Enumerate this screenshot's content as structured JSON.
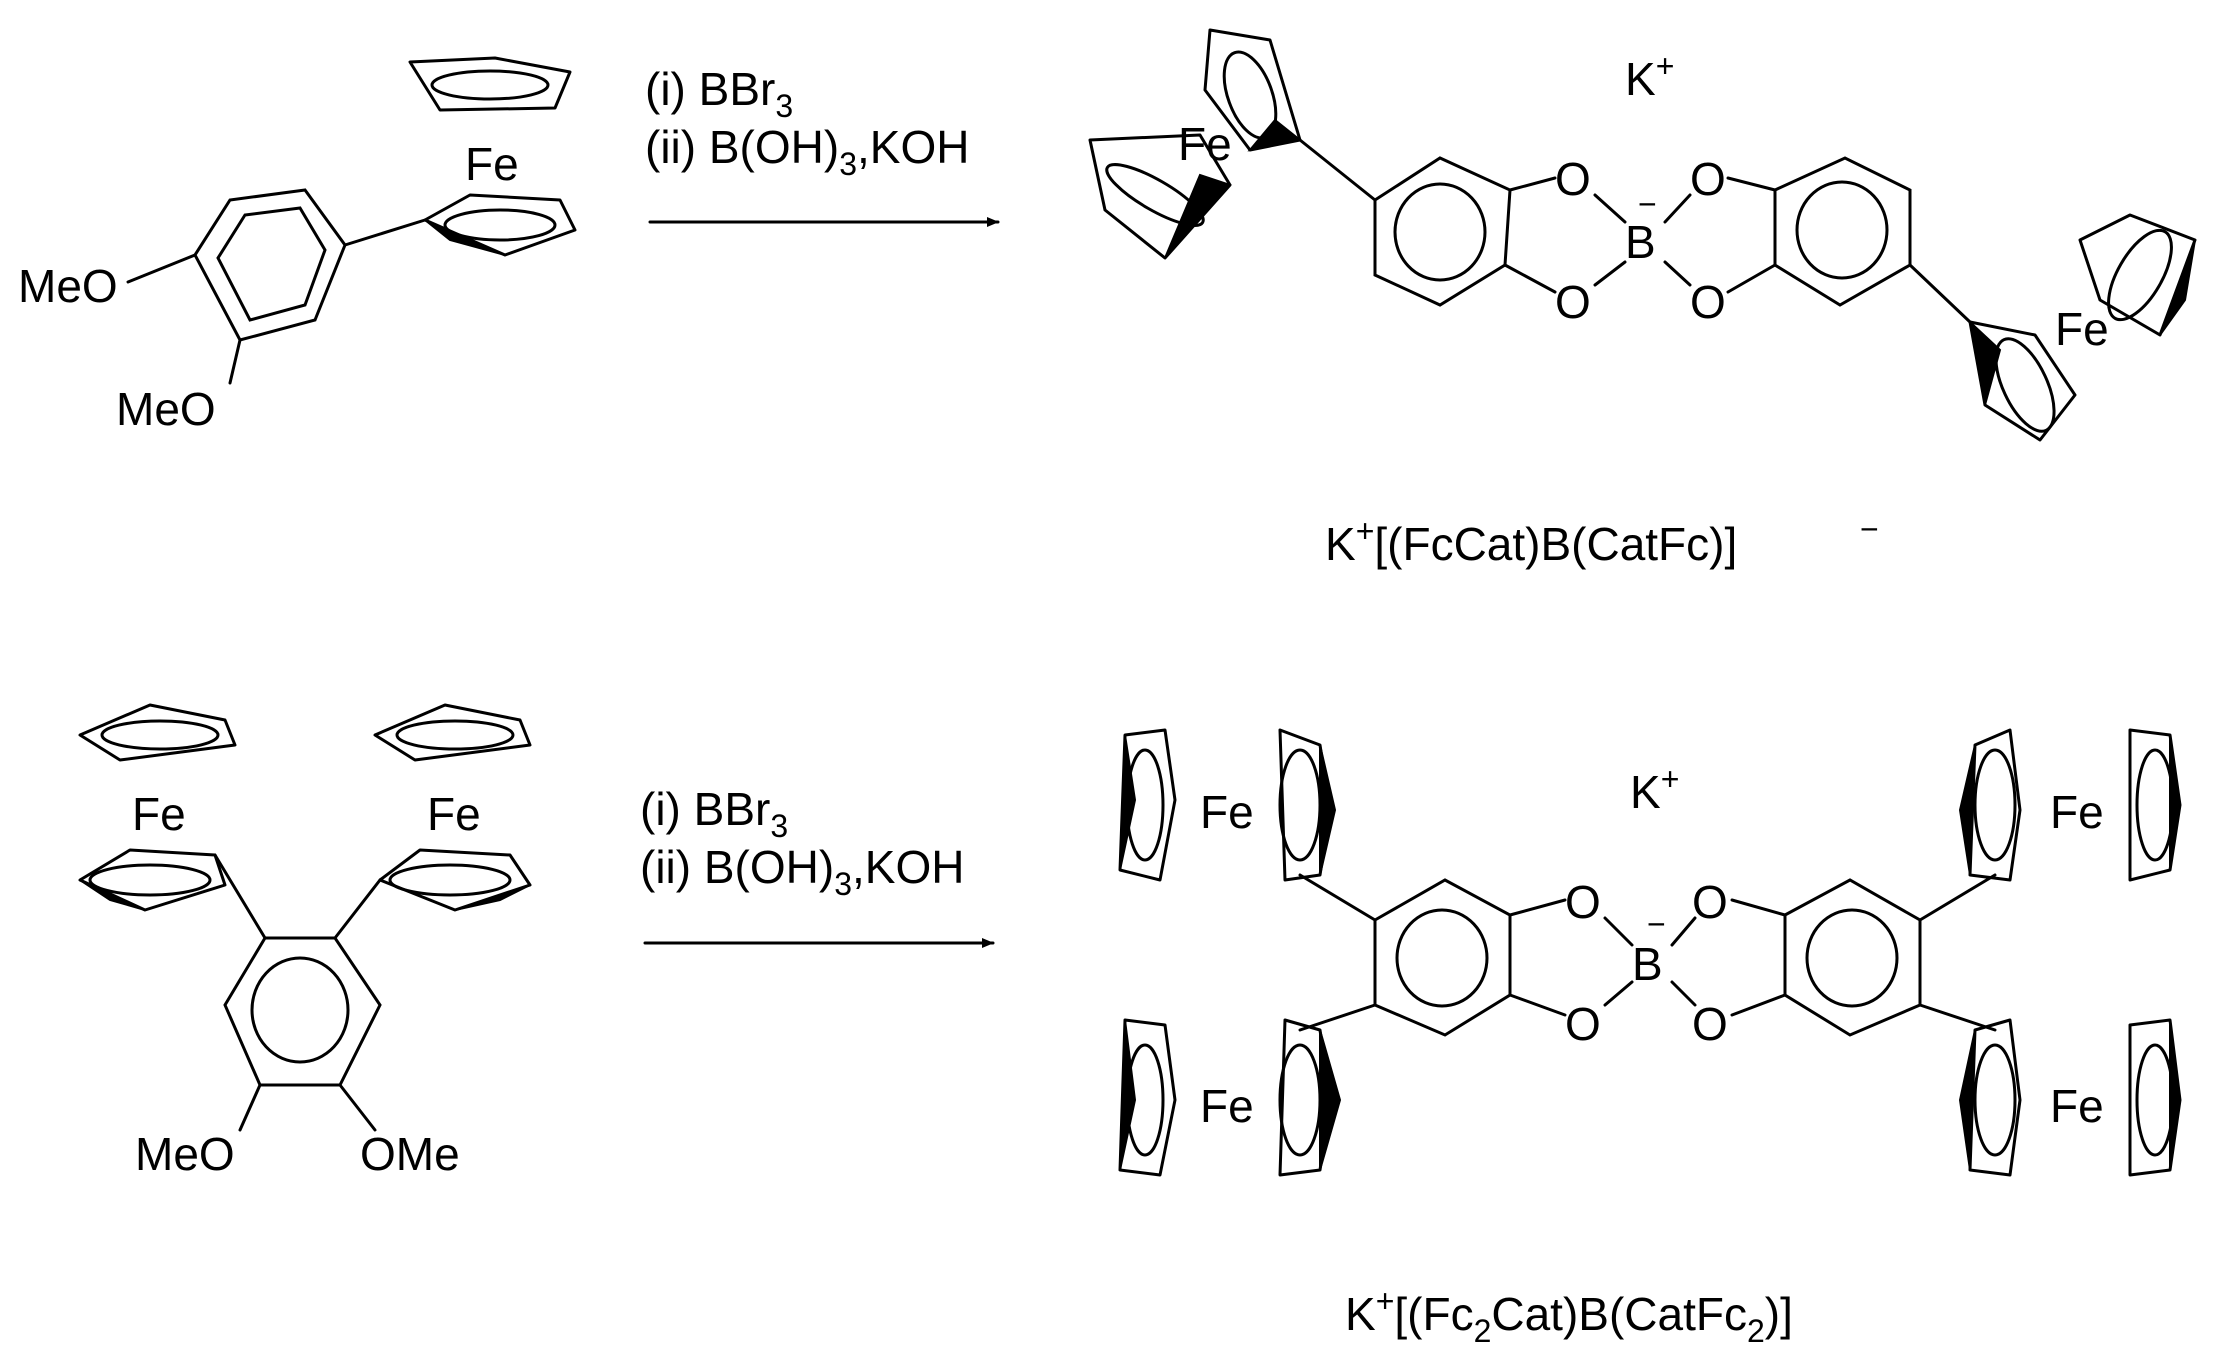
{
  "reaction_1": {
    "reactant": {
      "fe": "Fe",
      "meo_top": "MeO",
      "meo_bottom": "MeO"
    },
    "reagents": {
      "step1_prefix": "(i) BBr",
      "step1_sub": "3",
      "step2_prefix": "(ii) B(OH)",
      "step2_sub": "3",
      "step2_suffix": ",KOH"
    },
    "product": {
      "cation": "K",
      "cation_charge": "+",
      "boron": "B",
      "boron_charge": "−",
      "oxygen": "O",
      "fe": "Fe",
      "name_k": "K",
      "name_plus": "+",
      "name_body": "[(FcCat)B(CatFc)]",
      "name_minus": "−"
    }
  },
  "reaction_2": {
    "reactant": {
      "fe": "Fe",
      "meo": "MeO",
      "ome": "OMe"
    },
    "reagents": {
      "step1_prefix": "(i) BBr",
      "step1_sub": "3",
      "step2_prefix": "(ii) B(OH)",
      "step2_sub": "3",
      "step2_suffix": ",KOH"
    },
    "product": {
      "cation": "K",
      "cation_charge": "+",
      "boron": "B",
      "boron_charge": "−",
      "oxygen": "O",
      "fe": "Fe",
      "name_k": "K",
      "name_plus": "+",
      "name_p1": "[(Fc",
      "name_sub1": "2",
      "name_p2": "Cat)B(CatFc",
      "name_sub2": "2",
      "name_p3": ")]"
    }
  }
}
